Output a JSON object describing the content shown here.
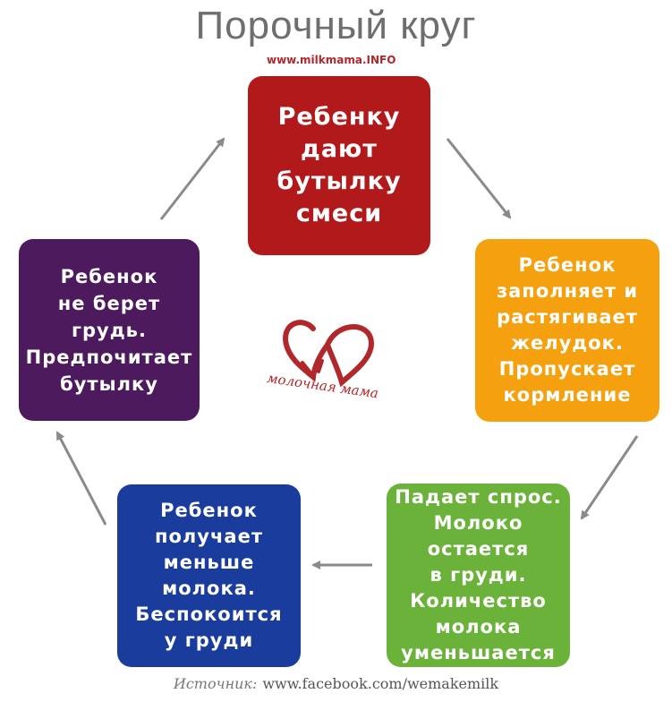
{
  "title": "Порочный круг",
  "site": "www.milkmama.INFO",
  "steps": [
    {
      "text": "Ребенку\nдают\nбутылку\nсмеси",
      "color": "#b2191b"
    },
    {
      "text": "Ребенок\nзаполняет и\nрастягивает\nжелудок.\nПропускает\nкормление",
      "color": "#f5a10f"
    },
    {
      "text": "Падает спрос.\nМолоко\nостается\nв груди.\nКоличество\nмолока\nуменьшается",
      "color": "#6ab23a"
    },
    {
      "text": "Ребенок\nполучает\nменьше\nмолока.\nБеспокоится\nу груди",
      "color": "#1a3c9c"
    },
    {
      "text": "Ребенок\nне берет\nгрудь.\nПредпочитает\nбутылку",
      "color": "#4d1a5e"
    }
  ],
  "logo": {
    "icon": "heart-logo-icon",
    "text": "молочная мама",
    "color": "#b0282c"
  },
  "source": {
    "label": "Источник:",
    "value": "www.facebook.com/wemakemilk"
  },
  "arrow_color": "#8a8a8a"
}
